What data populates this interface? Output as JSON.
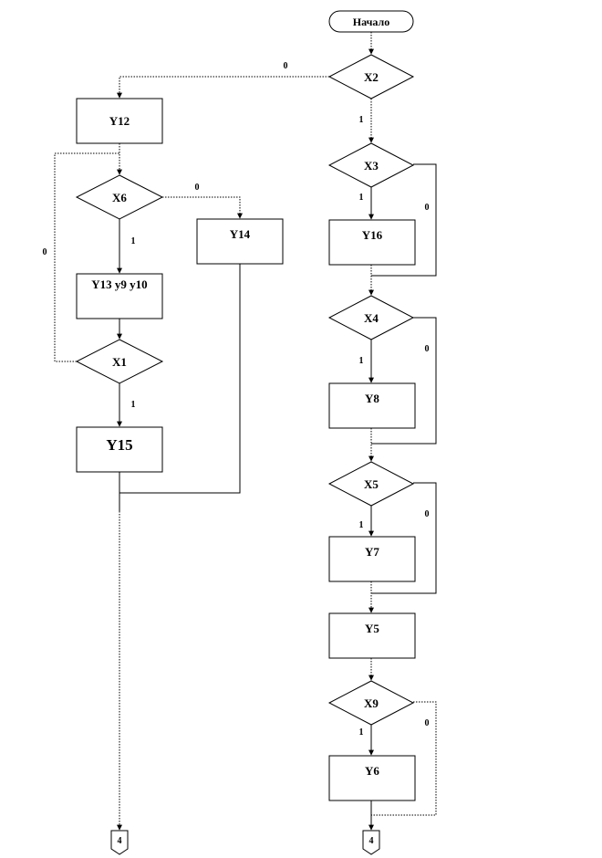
{
  "diagram": {
    "start": "Начало",
    "left": {
      "y12": "Y12",
      "x6": "X6",
      "y14": "Y14",
      "y13": "Y13 y9 y10",
      "x1": "X1",
      "y15": "Y15",
      "connector": "4"
    },
    "right": {
      "x2": "X2",
      "x3": "X3",
      "y16": "Y16",
      "x4": "X4",
      "y8": "Y8",
      "x5": "X5",
      "y7": "Y7",
      "y5": "Y5",
      "x9": "X9",
      "y6": "Y6",
      "connector": "4"
    },
    "edges": {
      "x2_no": "0",
      "x2_yes": "1",
      "x6_no": "0",
      "x6_yes": "1",
      "x1_no": "0",
      "x1_yes": "1",
      "x3_yes": "1",
      "x3_no": "0",
      "x4_yes": "1",
      "x4_no": "0",
      "x5_yes": "1",
      "x5_no": "0",
      "x9_yes": "1",
      "x9_no": "0"
    }
  }
}
